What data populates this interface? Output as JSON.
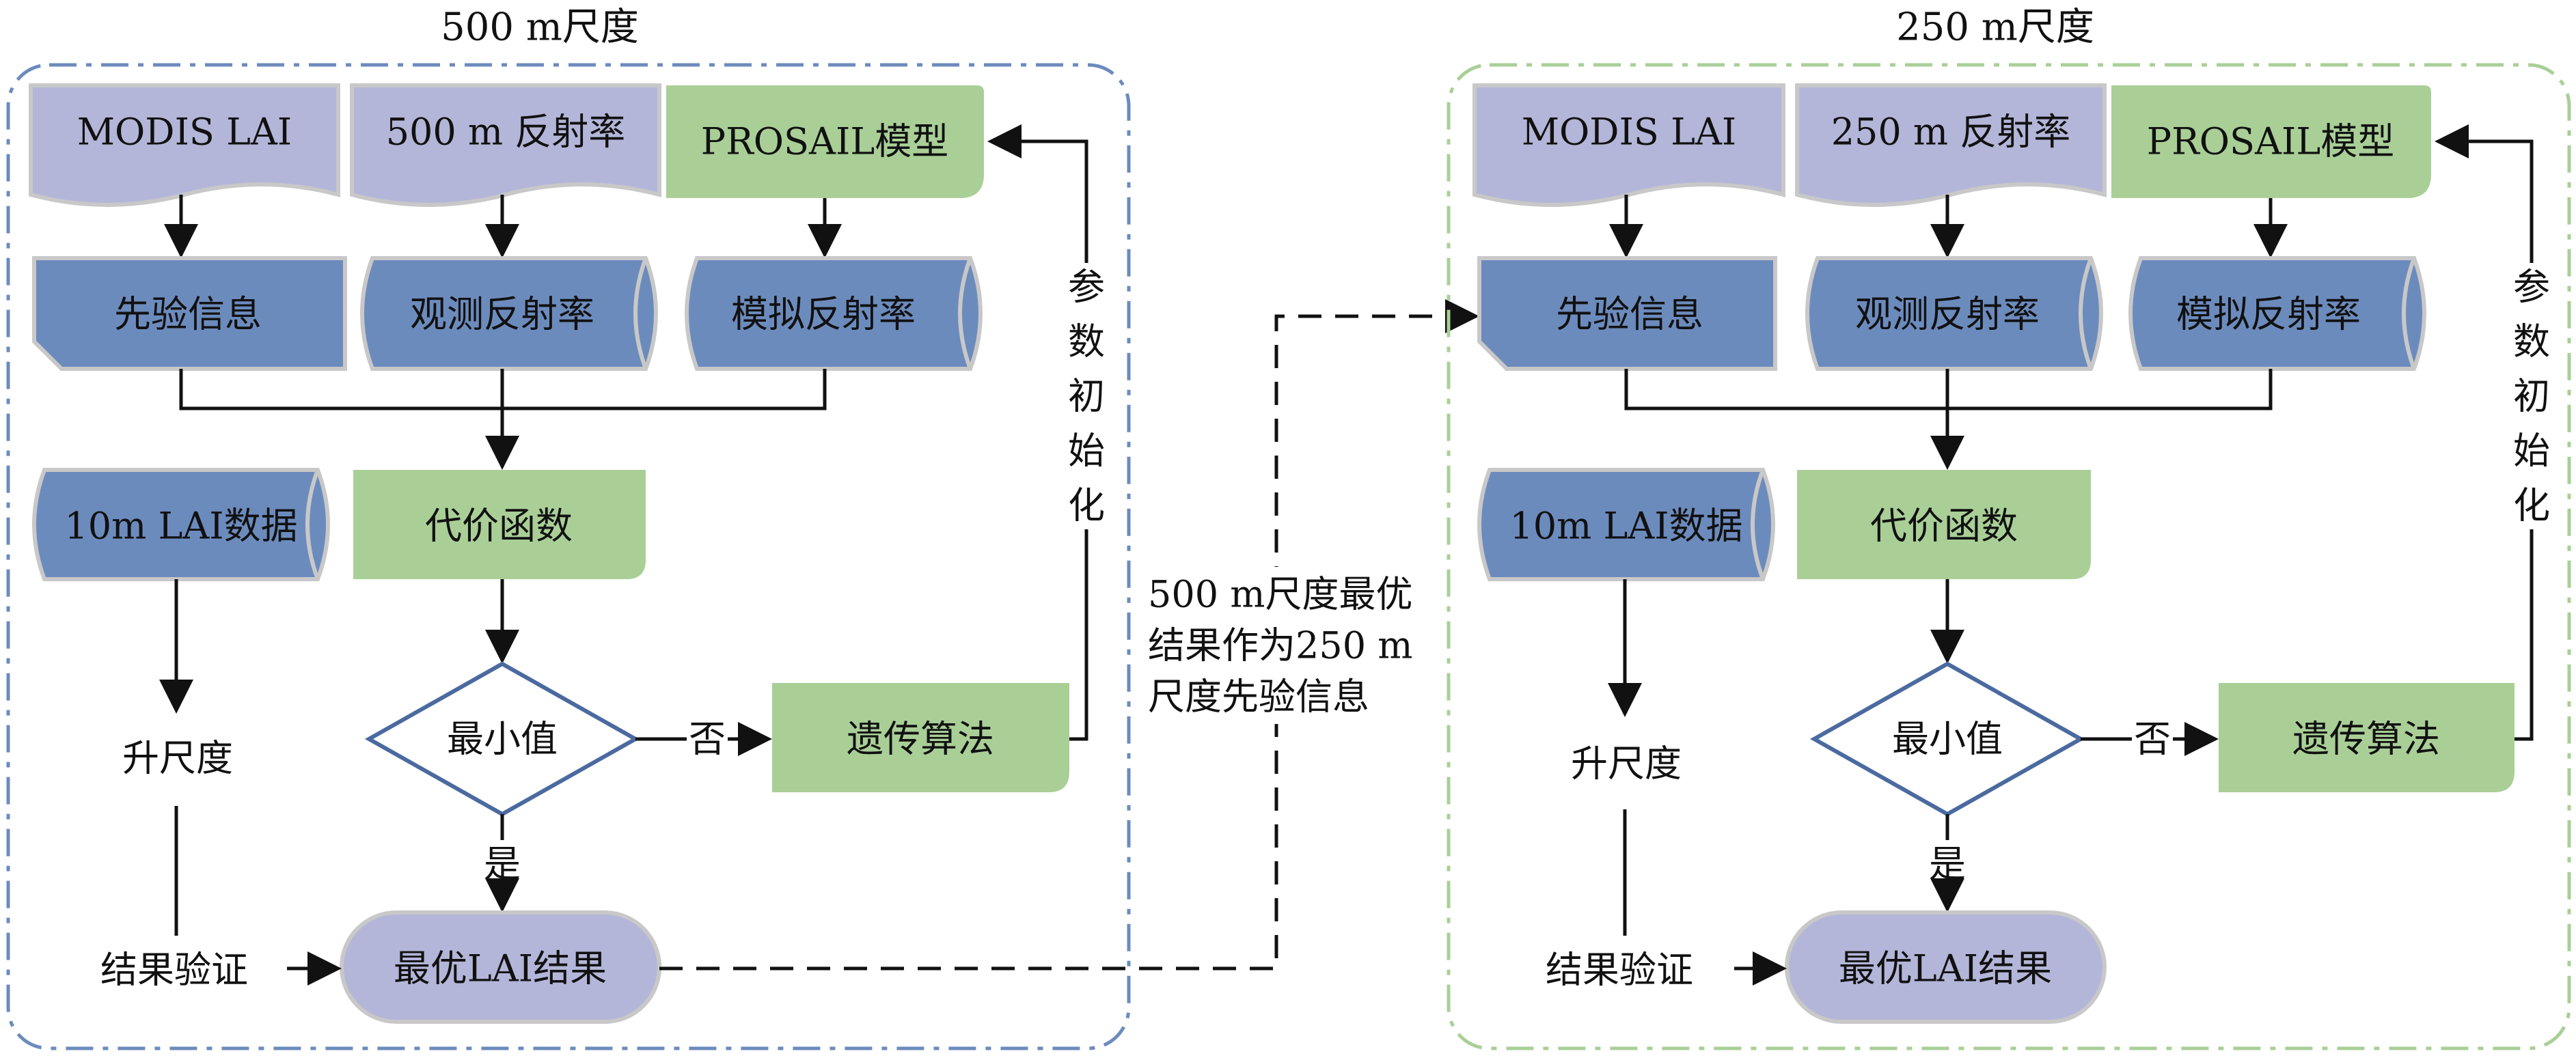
{
  "colors": {
    "lavender": "#b3b6d8",
    "steel_blue": "#6c8bbd",
    "green": "#a9cf97",
    "blue_border": "#6c8bbd",
    "green_border": "#a9cf97",
    "diamond_border": "#4a6aa0",
    "ellipse": "#b3b6d8"
  },
  "left": {
    "title": "500 m尺度",
    "modis": "MODIS LAI",
    "reflectance": "500 m 反射率",
    "prosail": "PROSAIL模型",
    "prior": "先验信息",
    "observed": "观测反射率",
    "simulated": "模拟反射率",
    "lai10": "10m LAI数据",
    "cost": "代价函数",
    "minimum": "最小值",
    "genetic": "遗传算法",
    "no": "否",
    "yes": "是",
    "upscale": "升尺度",
    "validation": "结果验证",
    "optimal": "最优LAI结果",
    "param_init": [
      "参",
      "数",
      "初",
      "始",
      "化"
    ]
  },
  "right": {
    "title": "250 m尺度",
    "modis": "MODIS LAI",
    "reflectance": "250 m 反射率",
    "prosail": "PROSAIL模型",
    "prior": "先验信息",
    "observed": "观测反射率",
    "simulated": "模拟反射率",
    "lai10": "10m LAI数据",
    "cost": "代价函数",
    "minimum": "最小值",
    "genetic": "遗传算法",
    "no": "否",
    "yes": "是",
    "upscale": "升尺度",
    "validation": "结果验证",
    "optimal": "最优LAI结果",
    "param_init": [
      "参",
      "数",
      "初",
      "始",
      "化"
    ]
  },
  "middle_note": [
    "500 m尺度最优",
    "结果作为250 m",
    "尺度先验信息"
  ]
}
